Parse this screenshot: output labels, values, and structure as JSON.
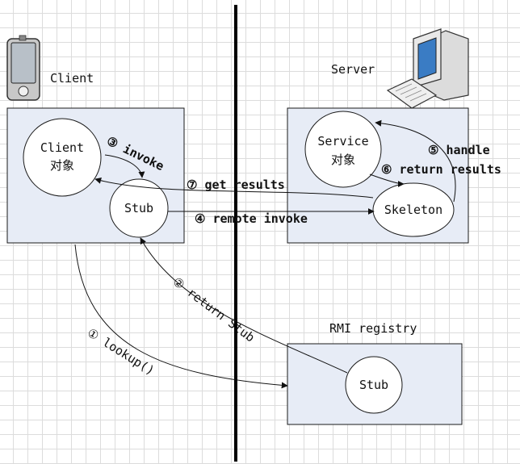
{
  "labels": {
    "client": "Client",
    "server": "Server",
    "rmi_registry": "RMI registry"
  },
  "nodes": {
    "client_object_line1": "Client",
    "client_object_line2": "对象",
    "client_stub": "Stub",
    "service_object_line1": "Service",
    "service_object_line2": "对象",
    "skeleton": "Skeleton",
    "registry_stub": "Stub"
  },
  "steps": {
    "lookup": "① lookup()",
    "return_stub": "② return Stub",
    "invoke": "③ invoke",
    "remote_invoke": "④ remote invoke",
    "handle": "⑤ handle",
    "return_results": "⑥ return results",
    "get_results": "⑦ get results"
  },
  "colors": {
    "box_fill": "#e7ecf6",
    "divider": "#000000",
    "grid": "#dcdcdc"
  },
  "icons": [
    "pda-icon",
    "computer-icon"
  ]
}
